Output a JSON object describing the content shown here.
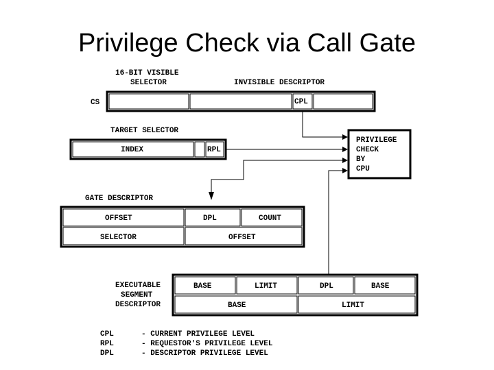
{
  "title": "Privilege Check via Call Gate",
  "labels": {
    "visible_selector": [
      "16-BIT VISIBLE",
      "SELECTOR"
    ],
    "invisible_descriptor": "INVISIBLE DESCRIPTOR",
    "cs": "CS",
    "cpl": "CPL",
    "target_selector": "TARGET SELECTOR",
    "index": "INDEX",
    "rpl": "RPL",
    "privilege_check": [
      "PRIVILEGE",
      "CHECK",
      "BY",
      "CPU"
    ],
    "gate_descriptor": "GATE DESCRIPTOR",
    "offset": "OFFSET",
    "dpl": "DPL",
    "count": "COUNT",
    "selector": "SELECTOR",
    "executable_segment_descriptor": [
      "EXECUTABLE",
      "SEGMENT",
      "DESCRIPTOR"
    ],
    "base": "BASE",
    "limit": "LIMIT"
  },
  "legend": [
    {
      "abbr": "CPL",
      "desc": "- CURRENT PRIVILEGE LEVEL"
    },
    {
      "abbr": "RPL",
      "desc": "- REQUESTOR'S PRIVILEGE LEVEL"
    },
    {
      "abbr": "DPL",
      "desc": "- DESCRIPTOR PRIVILEGE LEVEL"
    }
  ]
}
